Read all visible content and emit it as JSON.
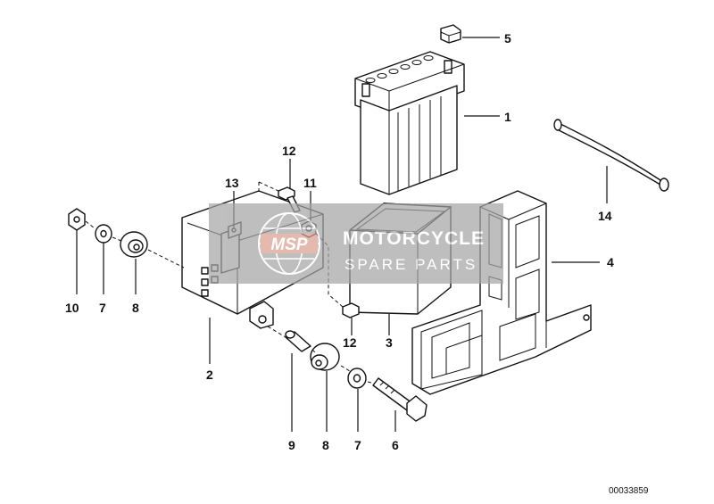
{
  "diagram": {
    "callouts": {
      "c1": "1",
      "c2": "2",
      "c3": "3",
      "c4": "4",
      "c5": "5",
      "c6": "6",
      "c7a": "7",
      "c7b": "7",
      "c8a": "8",
      "c8b": "8",
      "c9": "9",
      "c10": "10",
      "c11": "11",
      "c12a": "12",
      "c12b": "12",
      "c13": "13",
      "c14": "14"
    },
    "document_number": "00033859"
  },
  "watermark": {
    "logo_text": "MSP",
    "title": "MOTORCYCLE",
    "subtitle": "SPARE PARTS",
    "color": "#a6a6a6",
    "accent": "#d9a08e"
  }
}
